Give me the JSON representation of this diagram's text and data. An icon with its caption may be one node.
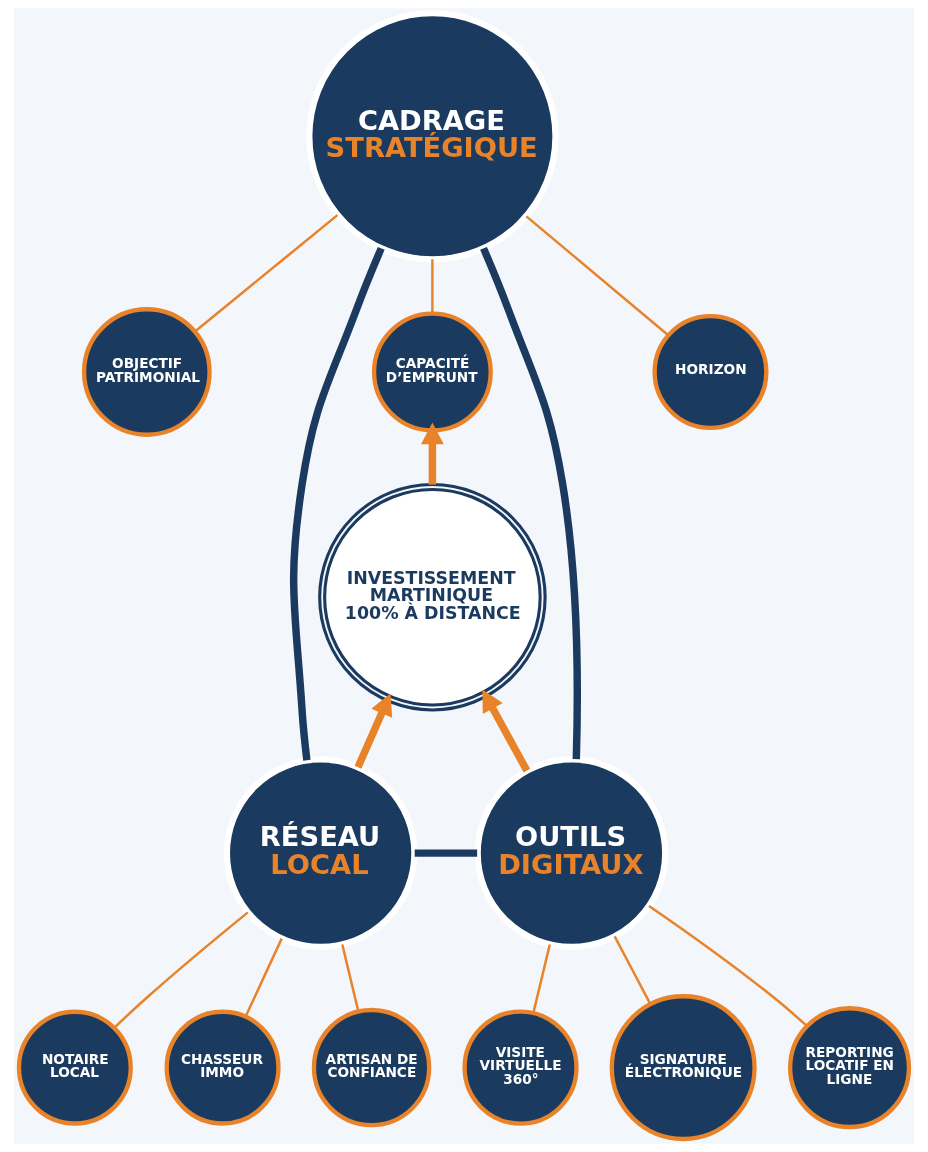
{
  "diagram": {
    "nodes": [
      {
        "text": [
          "CADRAGE",
          "STRATÉGIQUE"
        ]
      },
      {
        "text": [
          "OBJECTIF PATRIMONIAL"
        ]
      },
      {
        "text": [
          "CAPACITÉ D’EMPRUNT"
        ]
      },
      {
        "text": [
          "HORIZON"
        ]
      },
      {
        "text": [
          "INVESTISSEMENT MARTINIQUE",
          "100% À DISTANCE"
        ]
      },
      {
        "text": [
          "RÉSEAU",
          "LOCAL"
        ]
      },
      {
        "text": [
          "OUTILS",
          "DIGITAUX"
        ]
      },
      {
        "text": [
          "NOTAIRE LOCAL"
        ]
      },
      {
        "text": [
          "CHASSEUR IMMO"
        ]
      },
      {
        "text": [
          "ARTISAN DE CONFIANCE"
        ]
      },
      {
        "text": [
          "VISITE VIRTUELLE 360°"
        ]
      },
      {
        "text": [
          "SIGNATURE ÉLECTRONIQUE"
        ]
      },
      {
        "text": [
          "REPORTING LOCATIF EN LIGNE"
        ]
      }
    ],
    "edges": [
      {
        "from": 5,
        "to": 0,
        "arrow": "none",
        "style": "thick",
        "color": "#1b3a5f"
      },
      {
        "from": 6,
        "to": 0,
        "arrow": "none",
        "style": "thick",
        "color": "#1b3a5f"
      },
      {
        "from": 5,
        "to": 6,
        "arrow": "none",
        "style": "thick",
        "color": "#1b3a5f"
      },
      {
        "from": 1,
        "to": 0,
        "arrow": "none"
      },
      {
        "from": 2,
        "to": 0,
        "arrow": "none"
      },
      {
        "from": 3,
        "to": 0,
        "arrow": "none"
      },
      {
        "from": 7,
        "to": 5,
        "arrow": "none"
      },
      {
        "from": 8,
        "to": 5,
        "arrow": "none"
      },
      {
        "from": 9,
        "to": 5,
        "arrow": "none"
      },
      {
        "from": 10,
        "to": 6,
        "arrow": "none"
      },
      {
        "from": 11,
        "to": 6,
        "arrow": "none"
      },
      {
        "from": 12,
        "to": 6,
        "arrow": "none"
      },
      {
        "from": 4,
        "to": 2,
        "arrow": "to",
        "style": "thick"
      },
      {
        "from": 5,
        "to": 4,
        "arrow": "to",
        "style": "thick"
      },
      {
        "from": 6,
        "to": 4,
        "arrow": "to",
        "style": "thick"
      }
    ]
  }
}
